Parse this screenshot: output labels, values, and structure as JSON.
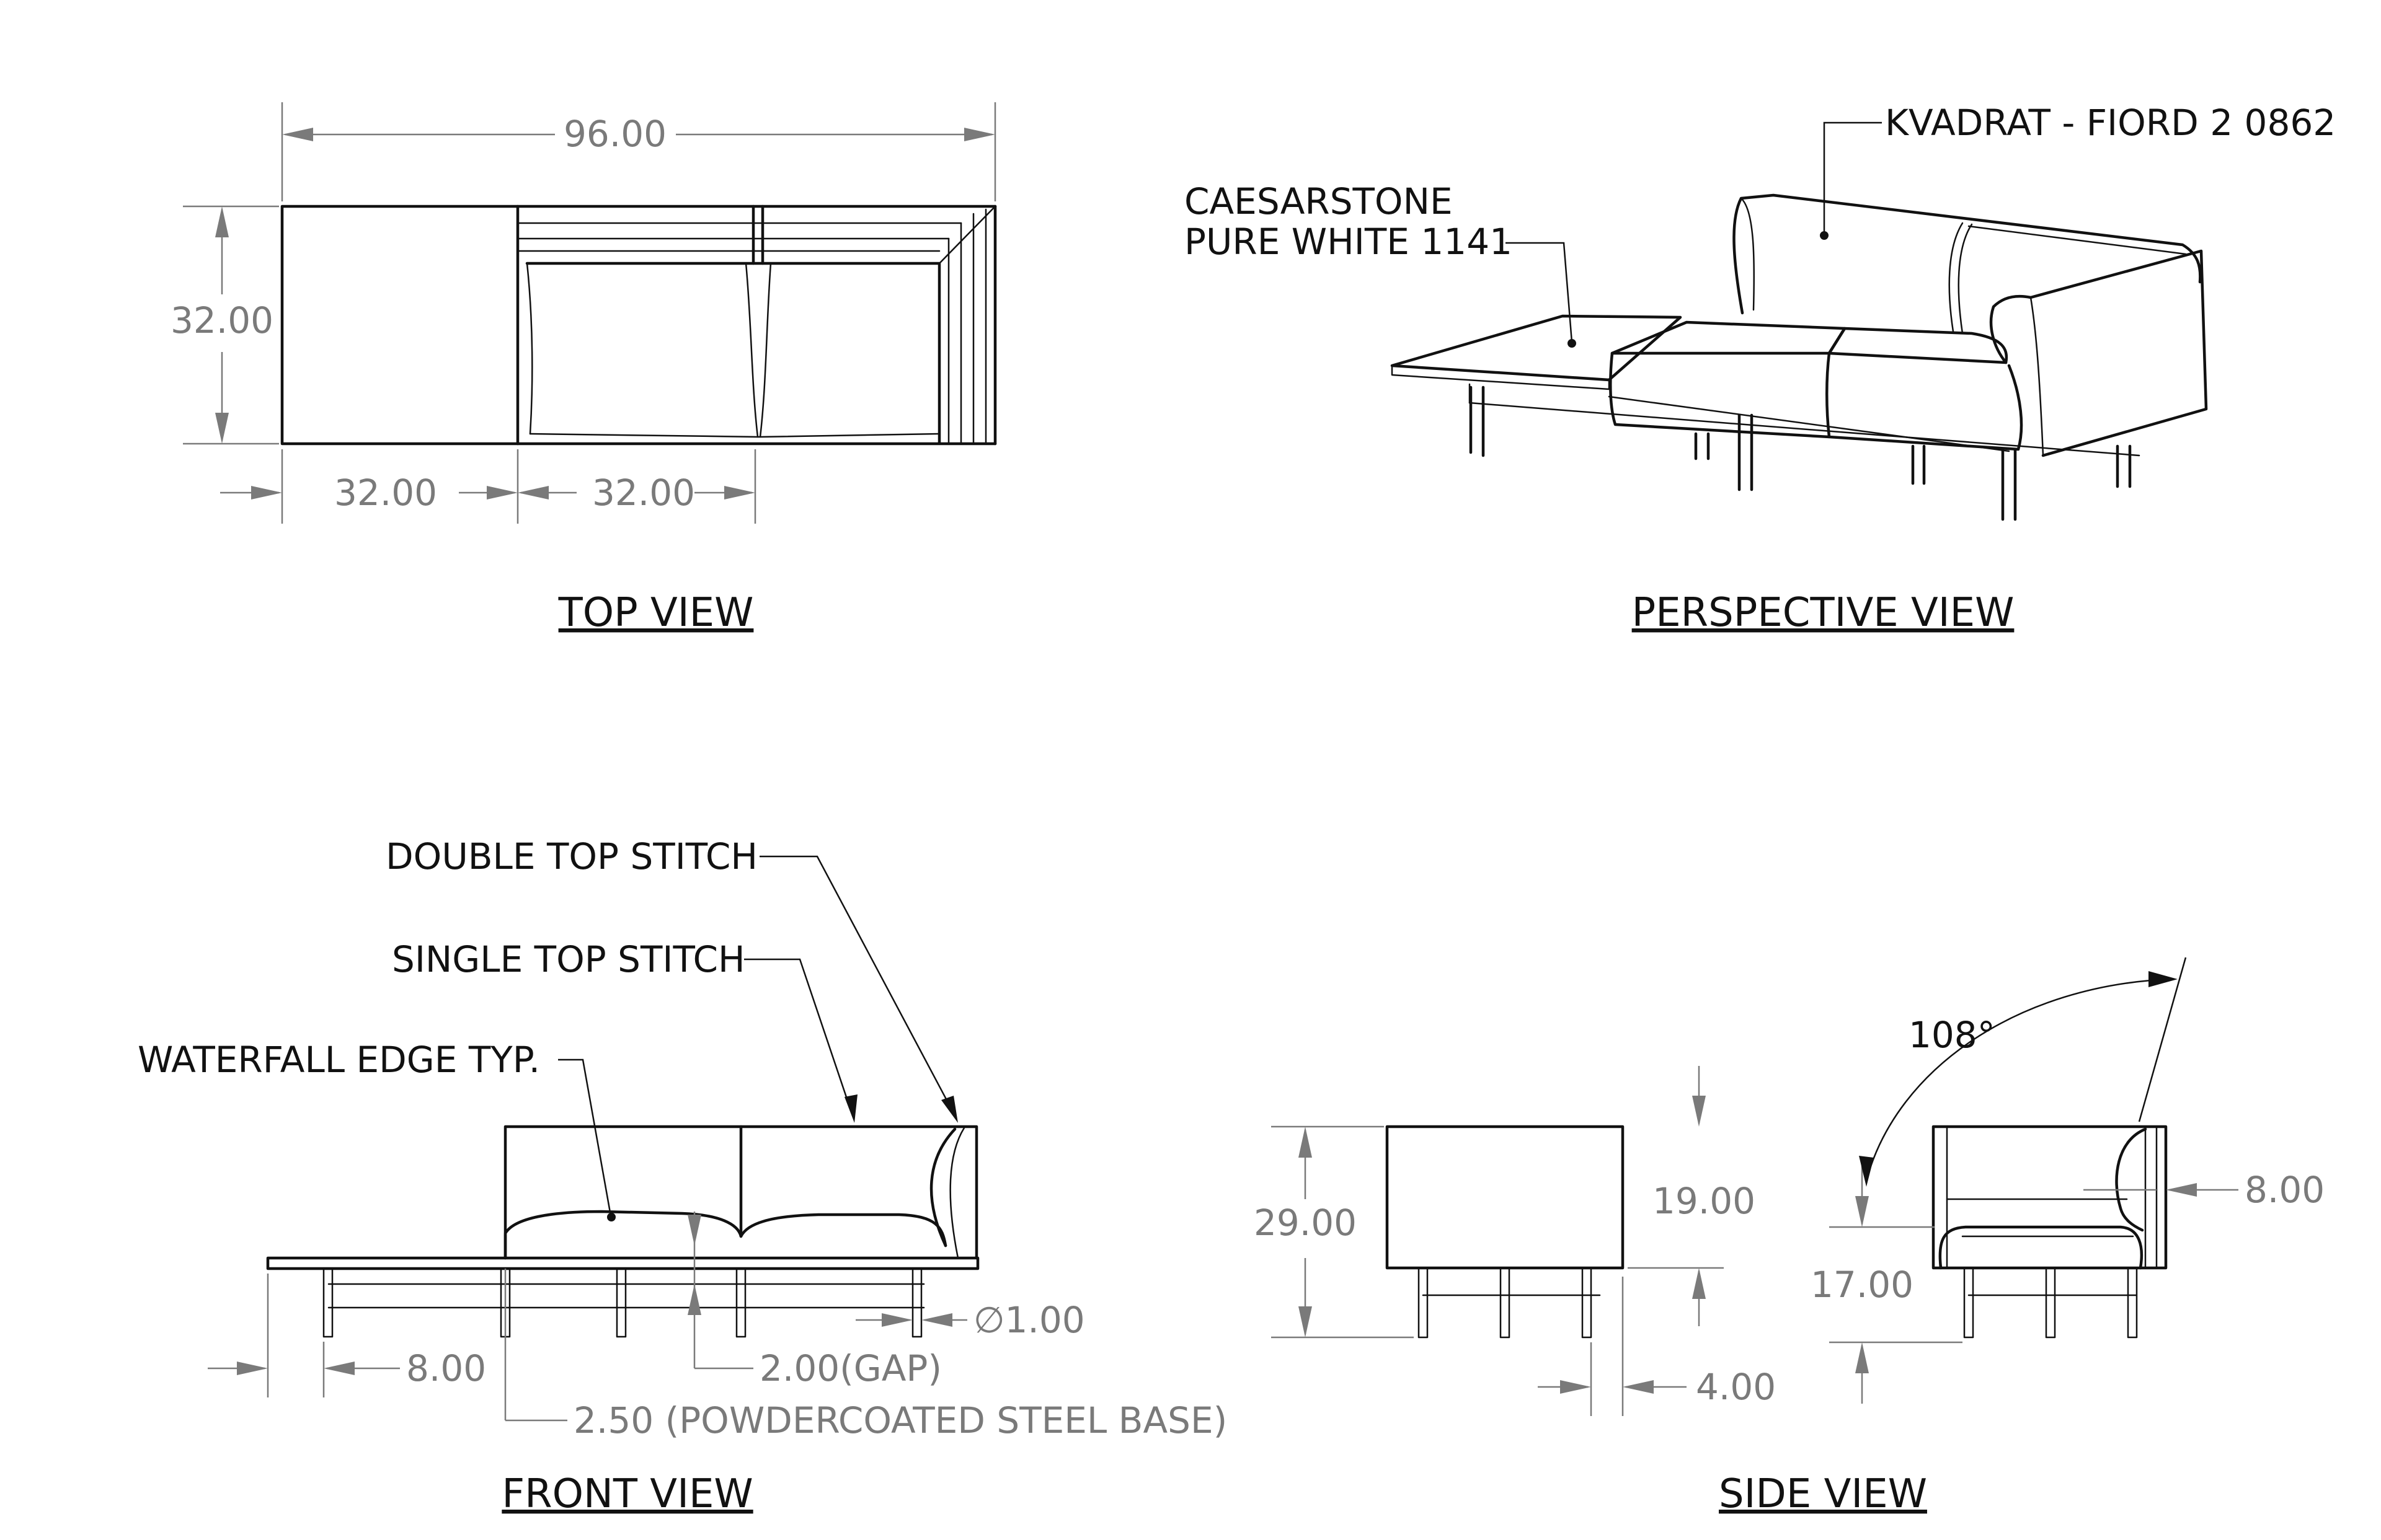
{
  "views": {
    "top": {
      "title": "TOP VIEW"
    },
    "perspective": {
      "title": "PERSPECTIVE VIEW"
    },
    "front": {
      "title": "FRONT VIEW"
    },
    "side": {
      "title": "SIDE VIEW"
    }
  },
  "dimensions": {
    "top_width": "96.00",
    "top_depth": "32.00",
    "top_table": "32.00",
    "top_seat": "32.00",
    "side_height": "29.00",
    "side_back": "19.00",
    "side_seat": "17.00",
    "side_arm": "8.00",
    "side_leg": "4.00",
    "side_angle": "108°",
    "front_overhang": "8.00",
    "front_leg_dia": "∅1.00",
    "front_gap": "2.00(GAP)",
    "front_base": "2.50 (POWDERCOATED STEEL BASE)"
  },
  "callouts": {
    "fabric": "KVADRAT - FIORD 2 0862",
    "stone_line1": "CAESARSTONE",
    "stone_line2": "PURE WHITE 1141",
    "double_stitch": "DOUBLE TOP STITCH",
    "single_stitch": "SINGLE TOP STITCH",
    "waterfall": "WATERFALL EDGE TYP."
  }
}
